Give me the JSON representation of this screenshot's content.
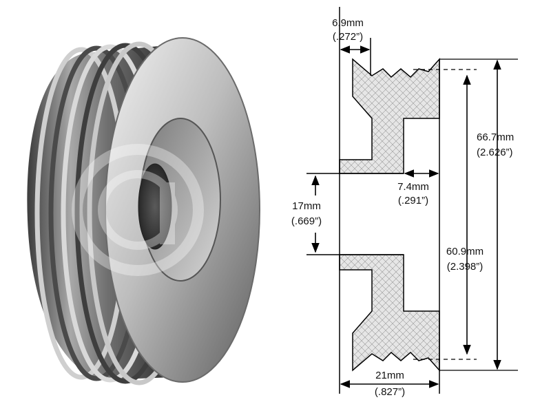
{
  "photo": {
    "watermark": "logo-ring-watermark"
  },
  "dimensions": {
    "groove_depth": {
      "metric": "6.9mm",
      "imperial": "(.272”)"
    },
    "outer_diameter": {
      "metric": "66.7mm",
      "imperial": "(2.626”)"
    },
    "hub_offset": {
      "metric": "7.4mm",
      "imperial": "(.291”)"
    },
    "bore": {
      "metric": "17mm",
      "imperial": "(.669”)"
    },
    "groove_diameter": {
      "metric": "60.9mm",
      "imperial": "(2.398”)"
    },
    "width": {
      "metric": "21mm",
      "imperial": "(.827”)"
    }
  },
  "colors": {
    "hatch_fill": "#e4e4e4",
    "line": "#000000",
    "metal_light": "#d9d9d9",
    "metal_dark": "#3a3a3a"
  }
}
